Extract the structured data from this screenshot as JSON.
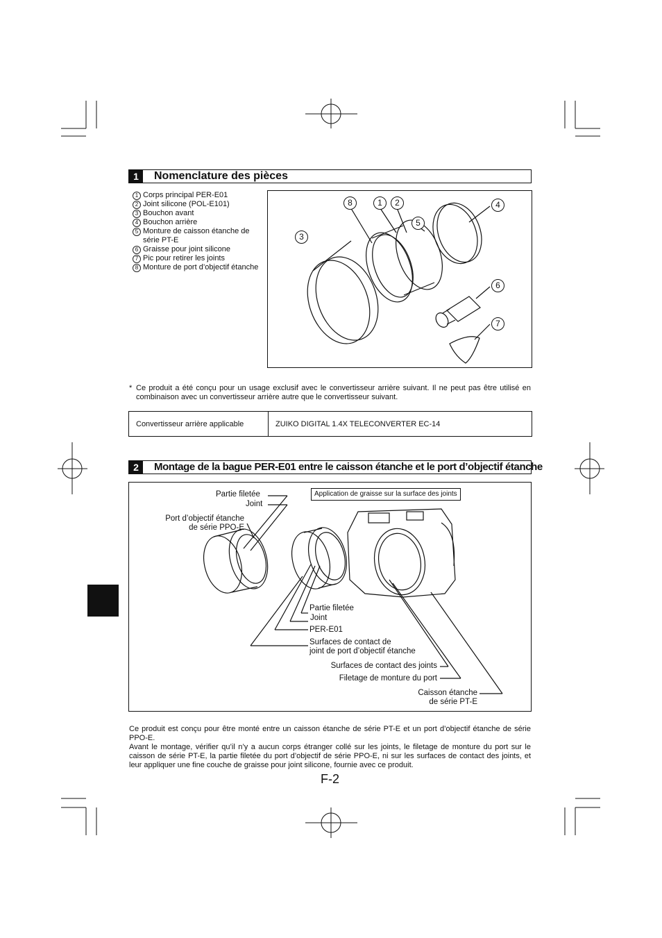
{
  "section1": {
    "number": "1",
    "title": "Nomenclature des pièces",
    "parts": [
      {
        "num": "1",
        "label": "Corps principal PER-E01"
      },
      {
        "num": "2",
        "label": "Joint silicone (POL-E101)"
      },
      {
        "num": "3",
        "label": "Bouchon avant"
      },
      {
        "num": "4",
        "label": "Bouchon arrière"
      },
      {
        "num": "5",
        "label": "Monture de caisson étanche de série PT-E"
      },
      {
        "num": "6",
        "label": "Graisse pour joint silicone"
      },
      {
        "num": "7",
        "label": "Pic pour retirer les joints"
      },
      {
        "num": "8",
        "label": "Monture de port d’objectif étanche"
      }
    ],
    "callouts": [
      "8",
      "1",
      "2",
      "4",
      "5",
      "3",
      "6",
      "7"
    ],
    "note_mark": "*",
    "note": "Ce produit a été conçu pour un usage exclusif avec le convertisseur arrière suivant. Il ne peut pas être utilisé en combinaison avec un convertisseur arrière autre que le convertisseur suivant.",
    "table": {
      "label": "Convertisseur arrière applicable",
      "value": "ZUIKO DIGITAL 1.4X TELECONVERTER EC-14"
    }
  },
  "section2": {
    "number": "2",
    "title": "Montage de la bague PER-E01 entre le caisson étanche et le port d’objectif étanche",
    "grease_box": "Application de graisse sur la surface des joints",
    "labels": {
      "partie_filetee_1": "Partie filetée",
      "joint_1": "Joint",
      "port_line1": "Port d’objectif étanche",
      "port_line2": "de série PPO-E",
      "partie_filetee_2": "Partie filetée",
      "joint_2": "Joint",
      "per_e01": "PER-E01",
      "surfaces_port_1": "Surfaces de contact de",
      "surfaces_port_2": "joint de port d’objectif étanche",
      "surfaces_joints": "Surfaces de contact des joints",
      "filetage": "Filetage de monture du port",
      "caisson_1": "Caisson étanche",
      "caisson_2": "de série PT-E"
    },
    "body": [
      "Ce produit est conçu pour être monté entre un caisson étanche de série PT-E et un port d’objectif étanche de série PPO-E.",
      "Avant le montage, vérifier qu’il n’y a aucun corps étranger collé sur les joints, le filetage de monture du port sur le caisson de série PT-E, la partie filetée du port d’objectif de série PPO-E, ni sur les surfaces de contact des joints, et leur appliquer une fine couche de graisse pour joint silicone, fournie avec ce produit."
    ]
  },
  "page_number": "F-2"
}
